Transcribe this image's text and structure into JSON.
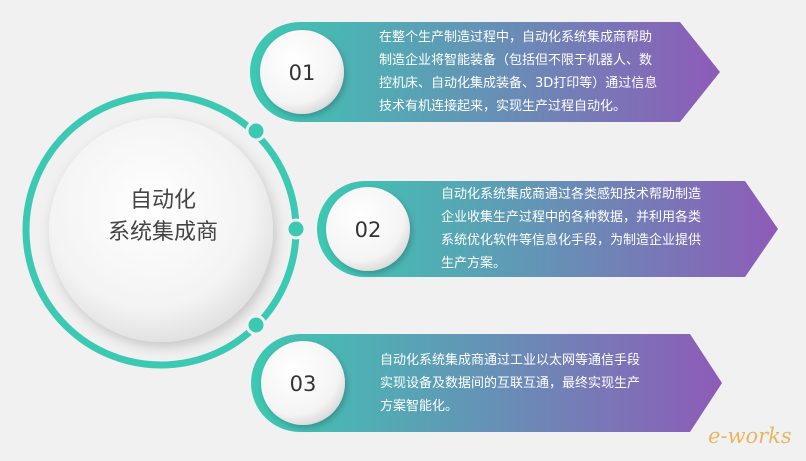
{
  "center": {
    "line1": "自动化",
    "line2": "系统集成商"
  },
  "items": [
    {
      "number": "01",
      "lines": [
        "在整个生产制造过程中，自动化系统集成商帮助",
        "制造企业将智能装备（包括但不限于机器人、数",
        "控机床、自动化集成装备、3D打印等）通过信息",
        "技术有机连接起来，实现生产过程自动化。"
      ]
    },
    {
      "number": "02",
      "lines": [
        "自动化系统集成商通过各类感知技术帮助制造",
        "企业收集生产过程中的各种数据，并利用各类",
        "系统优化软件等信息化手段，为制造企业提供",
        "生产方案。"
      ]
    },
    {
      "number": "03",
      "lines": [
        "自动化系统集成商通过工业以太网等通信手段",
        "实现设备及数据间的互联互通，最终实现生产",
        "方案智能化。"
      ]
    }
  ],
  "logo_text": "e-works",
  "colors": {
    "teal": "#3cc9b3",
    "purple": "#8e5bb8",
    "background": "#f1f1f2"
  }
}
